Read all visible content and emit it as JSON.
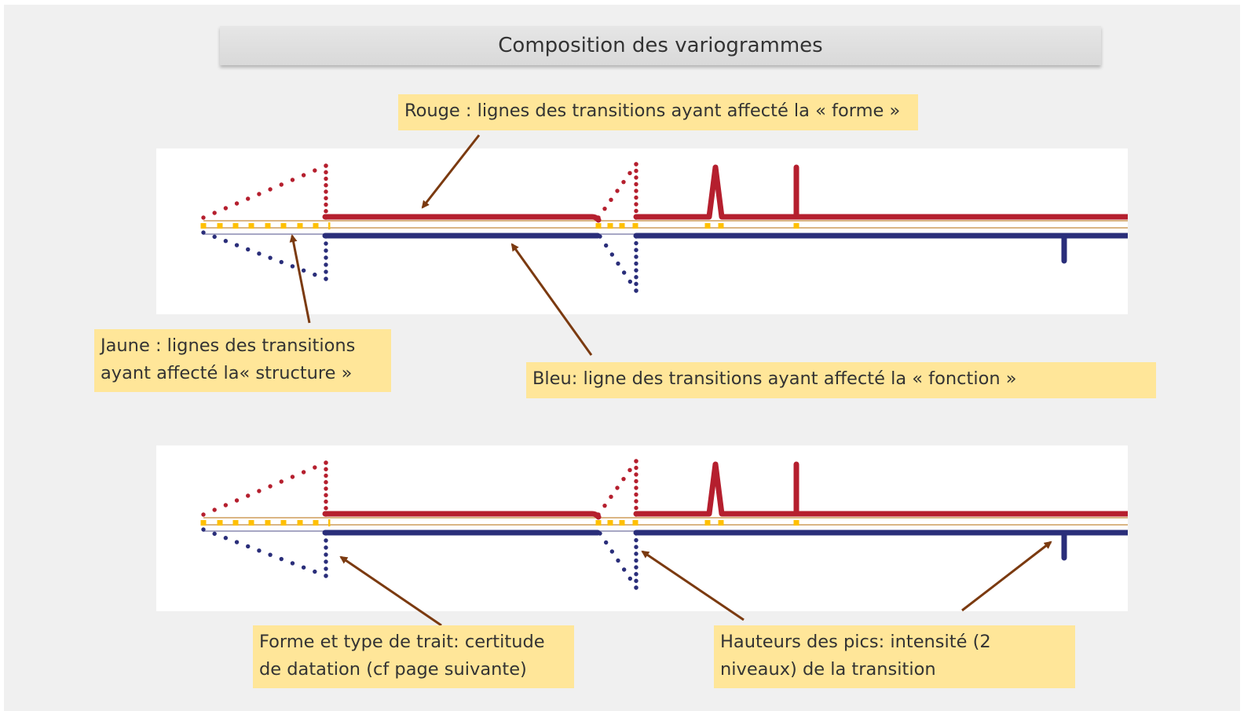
{
  "title": "Composition des variogrammes",
  "callouts": {
    "red": "Rouge : lignes des transitions ayant affecté la « forme »",
    "yellow": "Jaune : lignes des transitions ayant affecté la« structure »",
    "blue": "Bleu: ligne des transitions ayant affecté la « fonction »",
    "line_type": "Forme et type de trait: certitude de datation (cf page suivante)",
    "peaks": "Hauteurs des pics: intensité (2 niveaux) de la transition"
  },
  "colors": {
    "red": "#b51f2e",
    "blue": "#2a2e7a",
    "yellow": "#ffc000",
    "thin_line": "#c4893a",
    "arrow": "#7b3a10",
    "callout_bg": "#ffe699"
  }
}
